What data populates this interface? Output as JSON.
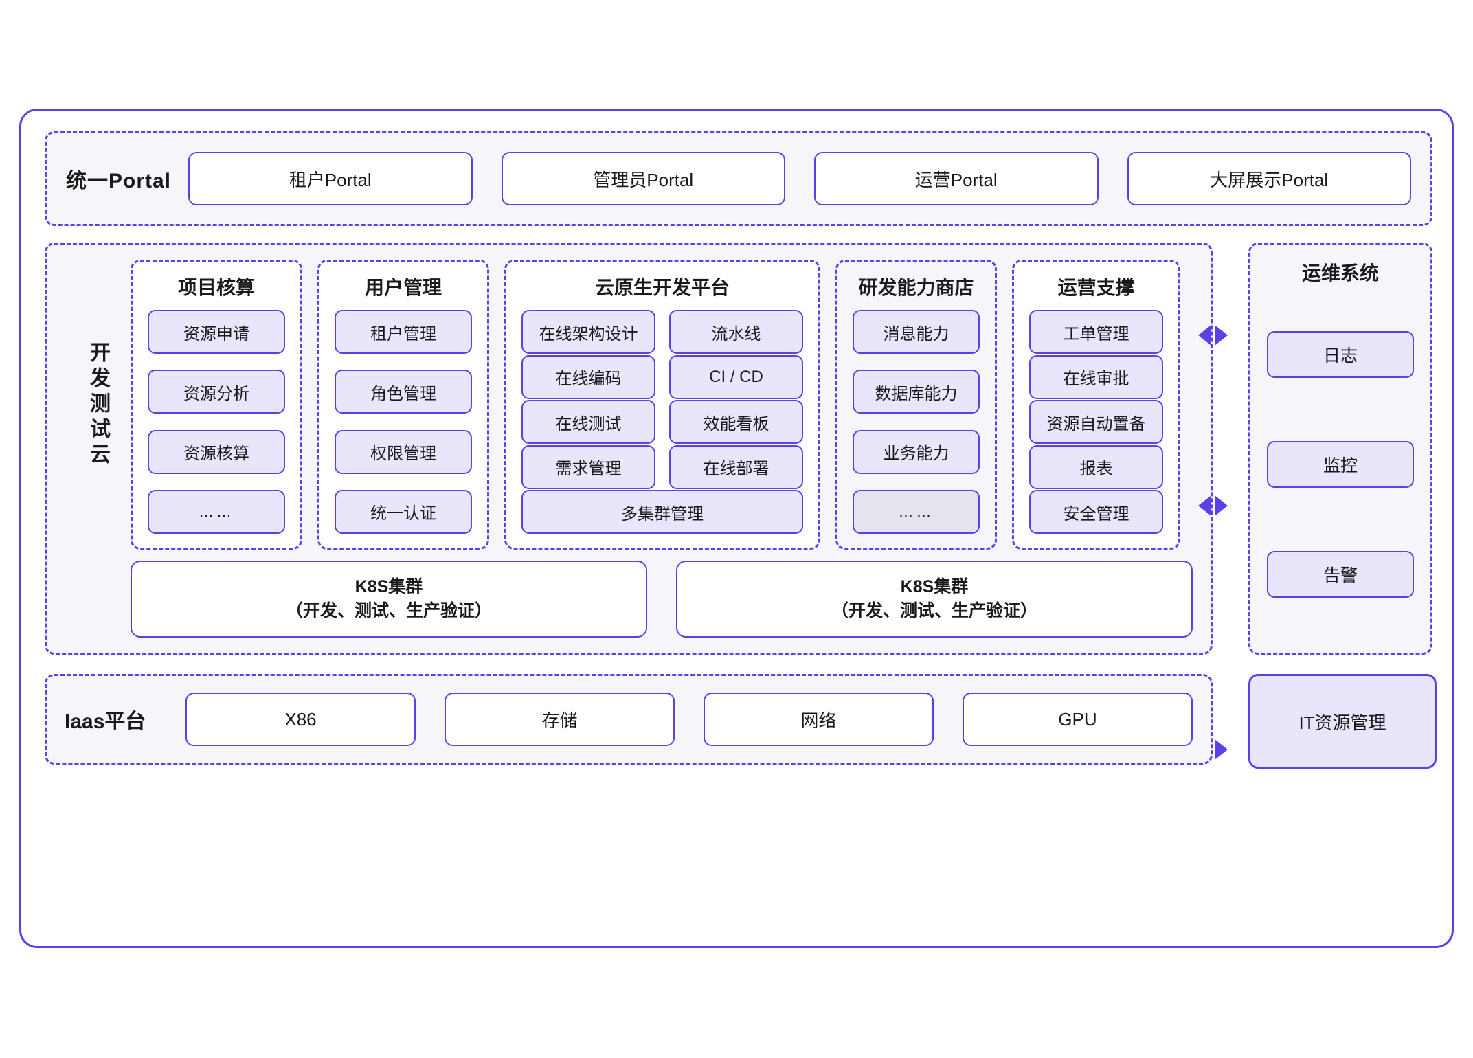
{
  "theme": {
    "accent": "#5B3FE8",
    "chip_fill": "#E9E5FB",
    "chip_muted_fill": "#E4E3EE",
    "section_fill": "#F5F6FA",
    "panel_fill": "#FFFFFF",
    "text": "#18181B"
  },
  "portal": {
    "title": "统一Portal",
    "boxes": [
      {
        "label": "租户Portal"
      },
      {
        "label": "管理员Portal"
      },
      {
        "label": "运营Portal"
      },
      {
        "label": "大屏展示Portal"
      }
    ]
  },
  "devtest": {
    "label": "开发测试云",
    "groups": [
      {
        "id": "project-accounting",
        "title": "项目核算",
        "items": [
          {
            "label": "资源申请",
            "muted": false
          },
          {
            "label": "资源分析",
            "muted": false
          },
          {
            "label": "资源核算",
            "muted": false
          },
          {
            "label": "……",
            "muted": false
          }
        ]
      },
      {
        "id": "user-management",
        "title": "用户管理",
        "items": [
          {
            "label": "租户管理",
            "muted": false
          },
          {
            "label": "角色管理",
            "muted": false
          },
          {
            "label": "权限管理",
            "muted": false
          },
          {
            "label": "统一认证",
            "muted": false
          }
        ]
      },
      {
        "id": "cloud-native-platform",
        "title": "云原生开发平台",
        "pairs": [
          {
            "left": "在线架构设计",
            "right": "流水线"
          },
          {
            "left": "在线编码",
            "right": "CI / CD"
          },
          {
            "left": "在线测试",
            "right": "效能看板"
          },
          {
            "left": "需求管理",
            "right": "在线部署"
          }
        ],
        "full": "多集群管理"
      },
      {
        "id": "capability-store",
        "title": "研发能力商店",
        "items": [
          {
            "label": "消息能力",
            "muted": false
          },
          {
            "label": "数据库能力",
            "muted": false
          },
          {
            "label": "业务能力",
            "muted": false
          },
          {
            "label": "……",
            "muted": true
          }
        ]
      },
      {
        "id": "operation-support",
        "title": "运营支撑",
        "items": [
          {
            "label": "工单管理",
            "muted": false
          },
          {
            "label": "在线审批",
            "muted": false
          },
          {
            "label": "资源自动置备",
            "muted": false
          },
          {
            "label": "报表",
            "muted": false
          },
          {
            "label": "安全管理",
            "muted": false
          }
        ]
      }
    ],
    "k8s_clusters": [
      {
        "line1": "K8S集群",
        "line2": "（开发、测试、生产验证）"
      },
      {
        "line1": "K8S集群",
        "line2": "（开发、测试、生产验证）"
      }
    ]
  },
  "ops_system": {
    "title": "运维系统",
    "items": [
      {
        "label": "日志"
      },
      {
        "label": "监控"
      },
      {
        "label": "告警"
      }
    ]
  },
  "iaas": {
    "title": "Iaas平台",
    "boxes": [
      {
        "label": "X86"
      },
      {
        "label": "存储"
      },
      {
        "label": "网络"
      },
      {
        "label": "GPU"
      }
    ],
    "it_resource": {
      "label": "IT资源管理"
    }
  },
  "connectors": [
    {
      "id": "ops-top",
      "icon": "bidirectional-arrow-icon"
    },
    {
      "id": "ops-bottom",
      "icon": "bidirectional-arrow-icon"
    },
    {
      "id": "iaas",
      "icon": "bidirectional-arrow-icon"
    }
  ]
}
